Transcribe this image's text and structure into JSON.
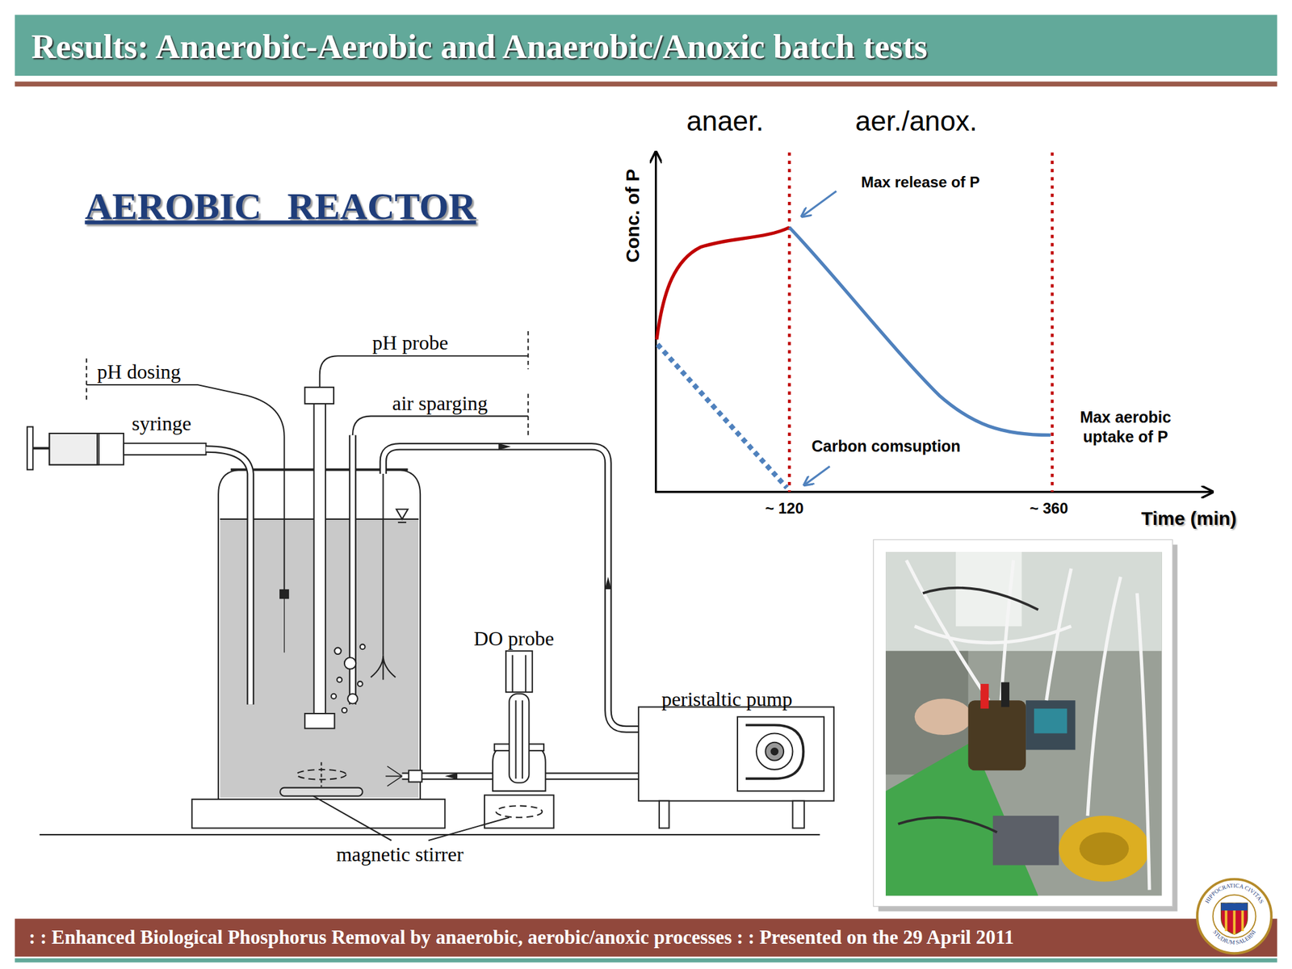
{
  "diagram": {
    "title": "Results: Anaerobic-Aerobic and Anaerobic/Anoxic batch tests",
    "caption": ": : Enhanced Biological Phosphorus Removal by anaerobic, aerobic/anoxic processes : :  Presented on the 29 April 2011",
    "labels": [
      "AEROBIC REACTOR",
      "pH dosing",
      "pH probe",
      "syringe",
      "air sparging",
      "DO probe",
      "peristaltic pump",
      "magnetic stirrer",
      "anaer.",
      "aer./anox.",
      "Conc. of P",
      "Max release of P",
      "Carbon comsuption",
      "Max aerobic uptake of P",
      "~ 120",
      "~ 360",
      "Time (min)",
      "HIPPOCRATICA CIVITAS",
      "STUDIUM SALERNI"
    ]
  }
}
